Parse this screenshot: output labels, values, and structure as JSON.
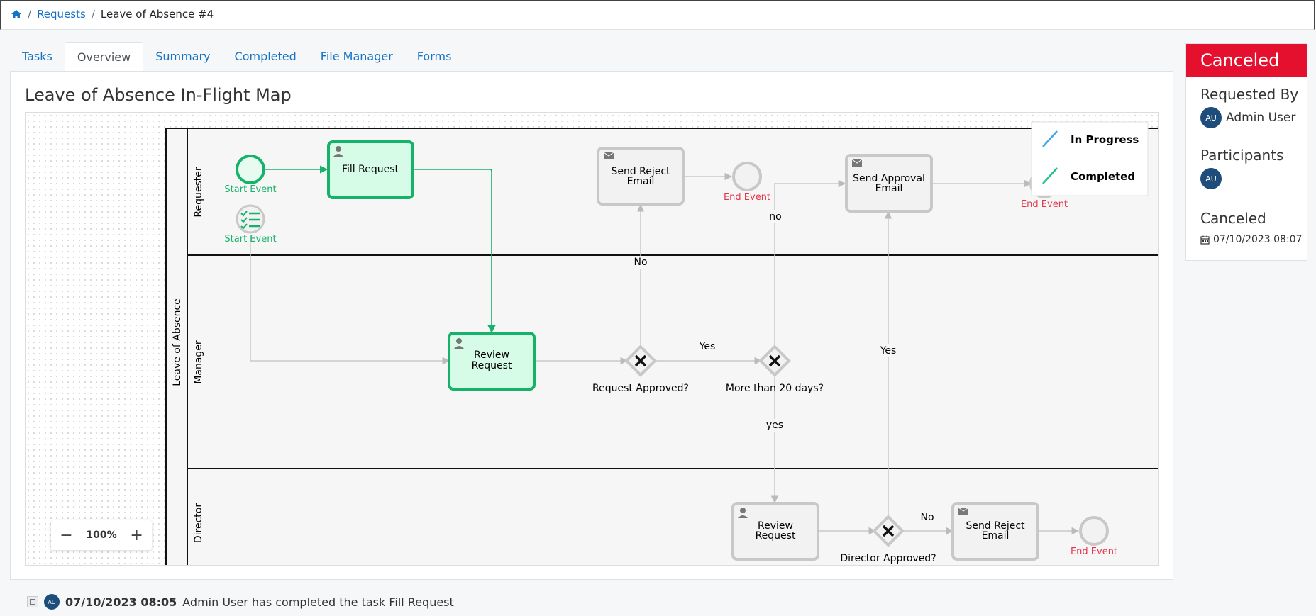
{
  "breadcrumb": {
    "home_icon": "home-icon",
    "items": [
      "Requests",
      "Leave of Absence #4"
    ]
  },
  "tabs": [
    "Tasks",
    "Overview",
    "Summary",
    "Completed",
    "File Manager",
    "Forms"
  ],
  "active_tab": "Overview",
  "map": {
    "title": "Leave of Absence In-Flight Map",
    "pool_label": "Leave of Absence",
    "lanes": [
      "Requester",
      "Manager",
      "Director"
    ],
    "legend": {
      "in_progress": "In Progress",
      "completed": "Completed",
      "in_progress_color": "#3fa6e8",
      "completed_color": "#1fbf8f"
    },
    "nodes": {
      "start1": "Start Event",
      "start2": "Start Event",
      "fill_request": "Fill Request",
      "review_request_mgr": [
        "Review",
        "Request"
      ],
      "send_reject_email_1": [
        "Send Reject",
        "Email"
      ],
      "end1": "End Event",
      "send_approval_email": [
        "Send Approval",
        "Email"
      ],
      "end2": "End Event",
      "request_approved": "Request Approved?",
      "more_than_20": "More than 20 days?",
      "review_request_dir": [
        "Review",
        "Request"
      ],
      "director_approved": "Director Approved?",
      "send_reject_email_2": [
        "Send Reject",
        "Email"
      ],
      "end3": "End Event"
    },
    "flow_labels": {
      "no1": "No",
      "yes1": "Yes",
      "no2": "no",
      "yes2": "yes",
      "yes3": "Yes",
      "no3": "No"
    },
    "zoom": {
      "minus": "−",
      "value": "100%",
      "plus": "+"
    }
  },
  "sidebar": {
    "status": "Canceled",
    "status_color": "#e4102e",
    "requested_by_label": "Requested By",
    "requested_by_initials": "AU",
    "requested_by_name": "Admin User",
    "participants_label": "Participants",
    "participant_initials": "AU",
    "canceled_label": "Canceled",
    "canceled_date": "07/10/2023 08:07"
  },
  "log": {
    "initials": "AU",
    "timestamp": "07/10/2023 08:05",
    "text": "Admin User has completed the task Fill Request"
  }
}
